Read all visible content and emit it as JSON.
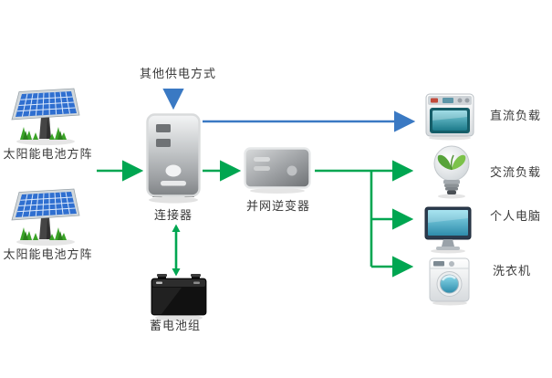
{
  "diagram": {
    "type": "system-flow-diagram",
    "subject": "solar-photovoltaic-power-system",
    "nodes": {
      "solar_array_top": {
        "label": "太阳能电池方阵",
        "icon": "solar-panel-icon"
      },
      "solar_array_bottom": {
        "label": "太阳能电池方阵",
        "icon": "solar-panel-icon"
      },
      "other_power": {
        "label": "其他供电方式"
      },
      "connector": {
        "label": "连接器",
        "icon": "server-tower-icon"
      },
      "battery": {
        "label": "蓄电池组",
        "icon": "battery-icon"
      },
      "inverter": {
        "label": "并网逆变器",
        "icon": "inverter-box-icon"
      },
      "dc_load": {
        "label": "直流负载",
        "icon": "oven-icon"
      },
      "ac_load": {
        "label": "交流负载",
        "icon": "lightbulb-icon"
      },
      "pc": {
        "label": "个人电脑",
        "icon": "monitor-icon"
      },
      "washer": {
        "label": "洗衣机",
        "icon": "washing-machine-icon"
      }
    },
    "edges": [
      {
        "from": "solar_arrays",
        "to": "connector",
        "color": "green",
        "direction": "one-way"
      },
      {
        "from": "other_power",
        "to": "connector",
        "color": "blue",
        "direction": "one-way"
      },
      {
        "from": "connector",
        "to": "dc_load",
        "color": "blue",
        "direction": "one-way"
      },
      {
        "from": "connector",
        "to": "battery",
        "color": "green",
        "direction": "two-way"
      },
      {
        "from": "connector",
        "to": "inverter",
        "color": "green",
        "direction": "one-way"
      },
      {
        "from": "inverter",
        "to": "ac_load",
        "color": "green",
        "direction": "one-way"
      },
      {
        "from": "inverter",
        "to": "pc",
        "color": "green",
        "direction": "one-way"
      },
      {
        "from": "inverter",
        "to": "washer",
        "color": "green",
        "direction": "one-way"
      }
    ],
    "colors": {
      "arrow_green": "#00a651",
      "arrow_blue": "#3a79c3",
      "background": "#ffffff",
      "text": "#3a3a3a"
    }
  }
}
